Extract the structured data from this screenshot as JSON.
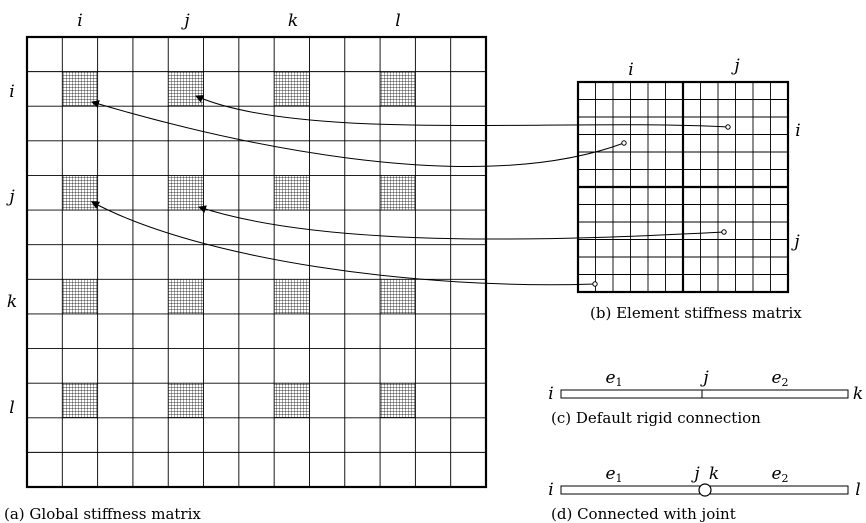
{
  "global": {
    "col_labels": [
      "i",
      "j",
      "k",
      "l"
    ],
    "row_labels": [
      "i",
      "j",
      "k",
      "l"
    ],
    "caption": "(a) Global stiffness matrix"
  },
  "element": {
    "col_labels": [
      "i",
      "j"
    ],
    "row_labels": [
      "i",
      "j"
    ],
    "caption": "(b) Element stiffness matrix"
  },
  "rigid": {
    "left": "i",
    "e1": "e",
    "e1_sub": "1",
    "mid": "j",
    "e2": "e",
    "e2_sub": "2",
    "right": "k",
    "caption": "(c) Default rigid connection"
  },
  "joint": {
    "left": "i",
    "e1": "e",
    "e1_sub": "1",
    "mid": "j",
    "mid2": "k",
    "e2": "e",
    "e2_sub": "2",
    "right": "l",
    "caption": "(d) Connected with joint"
  }
}
